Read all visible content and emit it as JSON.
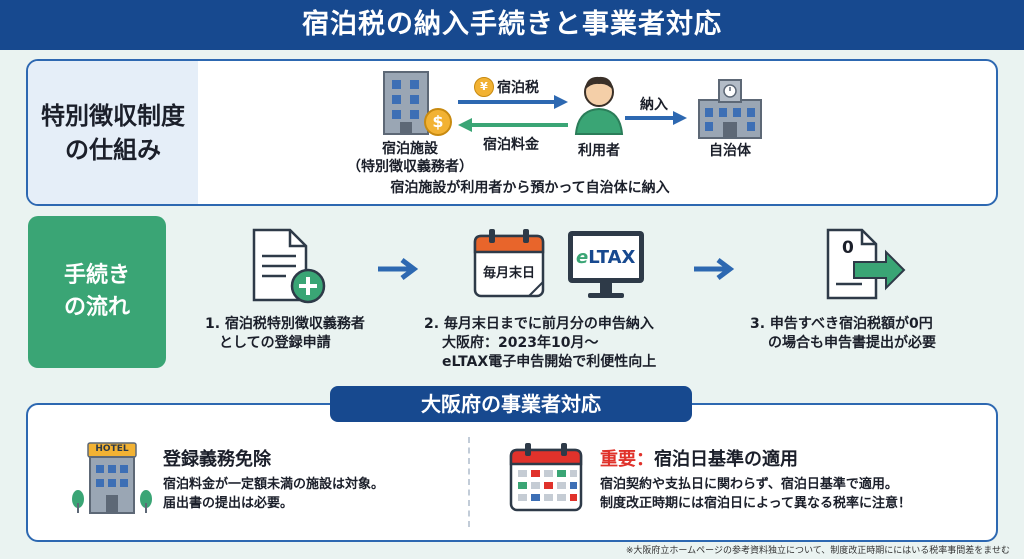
{
  "title": "宿泊税の納入手続きと事業者対応",
  "mechanism": {
    "label_line1": "特別徴収制度",
    "label_line2": "の仕組み",
    "facility_line1": "宿泊施設",
    "facility_line2": "（特別徴収義務者）",
    "user": "利用者",
    "municipality": "自治体",
    "tax_arrow": "宿泊税",
    "yen_coin": "¥",
    "dollar_coin": "$",
    "fee_arrow": "宿泊料金",
    "pay_arrow": "納入",
    "summary": "宿泊施設が利用者から預かって自治体に納入"
  },
  "flow": {
    "label_line1": "手続き",
    "label_line2": "の流れ",
    "step1_line1": "1. 宿泊税特別徴収義務者",
    "step1_line2": "としての登録申請",
    "calendar_text": "毎月末日",
    "eltax_e": "e",
    "eltax_rest": "LTAX",
    "step2_line1": "2. 毎月末日までに前月分の申告納入",
    "step2_line2": "大阪府：2023年10月～",
    "step2_line3": "eLTAX電子申告開始で利便性向上",
    "zero_doc_text": "0",
    "step3_line1": "3. 申告すべき宿泊税額が0円",
    "step3_line2": "の場合も申告書提出が必要"
  },
  "osaka": {
    "header": "大阪府の事業者対応",
    "hotel_sign": "HOTEL",
    "exempt_title": "登録義務免除",
    "exempt_line1": "宿泊料金が一定額未満の施設は対象。",
    "exempt_line2": "届出書の提出は必要。",
    "important_prefix": "重要：",
    "important_title": "宿泊日基準の適用",
    "important_line1": "宿泊契約や支払日に関わらず、宿泊日基準で適用。",
    "important_line2": "制度改正時期には宿泊日によって異なる税率に注意！"
  },
  "footnote": "※大阪府立ホームページの参考資料独立について、制度改正時期ににはいる税率事問差をませむ",
  "colors": {
    "navy": "#17498f",
    "panel_border": "#2d68b1",
    "green_label": "#3aa575",
    "red_accent": "#e0322b",
    "background": "#eaf3f1"
  }
}
